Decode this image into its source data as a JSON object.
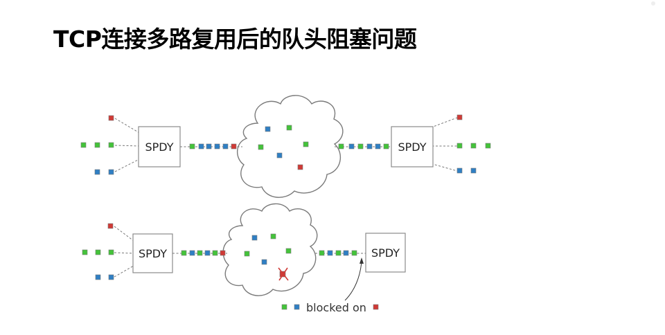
{
  "title": "TCP连接多路复用后的队头阻塞问题",
  "colors": {
    "green": "#44c33a",
    "blue": "#2f7fc4",
    "red": "#d03a36"
  },
  "diagram": {
    "top": {
      "left_box": "SPDY",
      "right_box": "SPDY"
    },
    "bottom": {
      "left_box": "SPDY",
      "right_box": "SPDY"
    },
    "caption": "blocked on"
  }
}
